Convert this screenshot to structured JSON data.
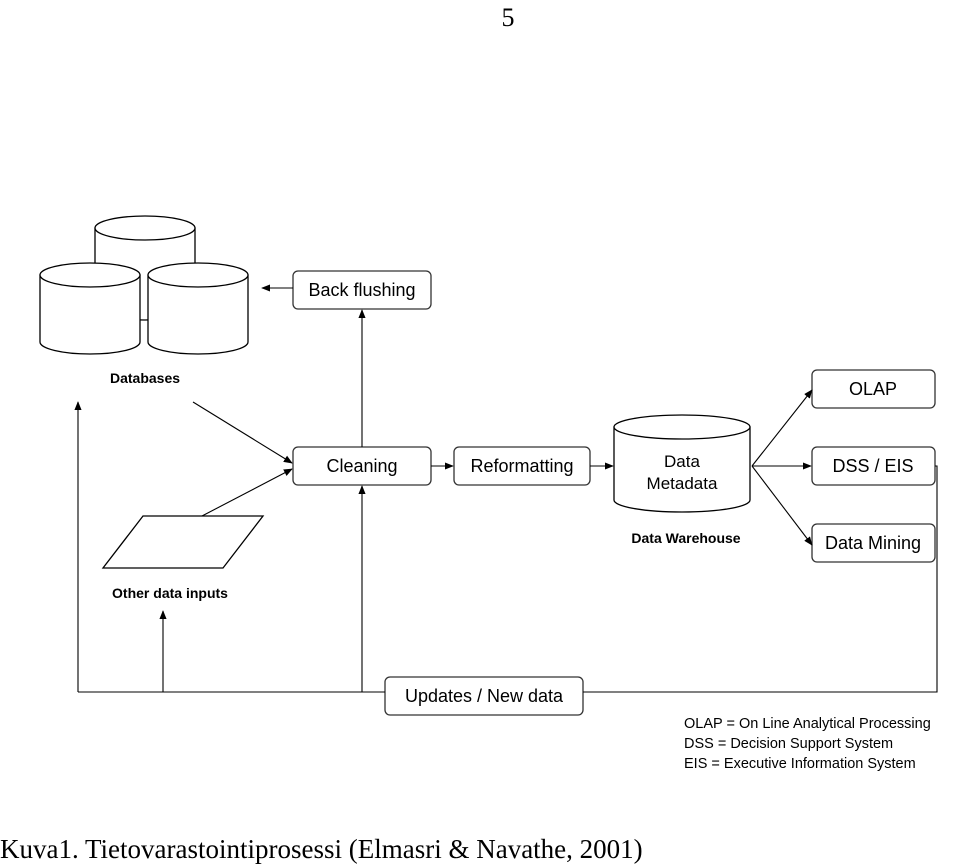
{
  "page_number": "5",
  "nodes": {
    "databases": "Databases",
    "other_inputs": "Other data inputs",
    "back_flushing": "Back flushing",
    "cleaning": "Cleaning",
    "reformatting": "Reformatting",
    "warehouse_line1": "Data",
    "warehouse_line2": "Metadata",
    "warehouse_label": "Data Warehouse",
    "olap": "OLAP",
    "dss_eis": "DSS / EIS",
    "data_mining": "Data Mining",
    "updates": "Updates / New data"
  },
  "legend": [
    "OLAP = On Line Analytical Processing",
    "DSS = Decision Support System",
    "EIS = Executive Information System"
  ],
  "caption": "Kuva1. Tietovarastointiprosessi (Elmasri & Navathe, 2001)",
  "colors": {
    "stroke": "#000000",
    "box_border": "#333333",
    "background": "#ffffff"
  }
}
